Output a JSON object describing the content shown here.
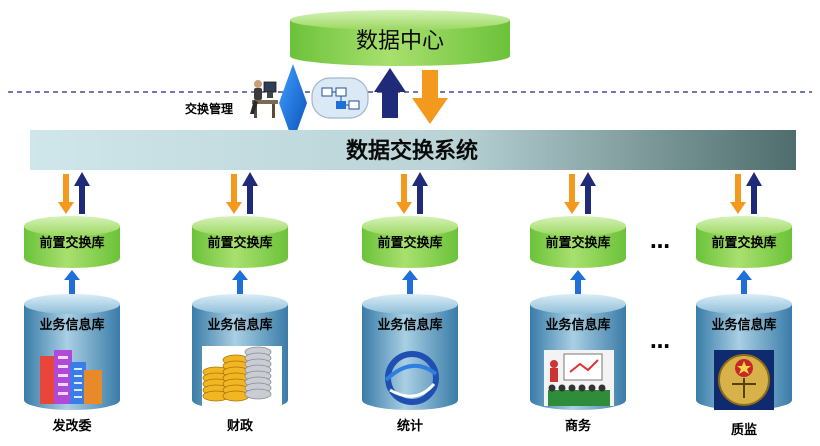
{
  "center": {
    "label": "数据中心"
  },
  "exchange_management": {
    "label": "交换管理"
  },
  "bus": {
    "label": "数据交换系统"
  },
  "front_db_label": "前置交换库",
  "business_db_label": "业务信息库",
  "ellipsis": "…",
  "departments": [
    {
      "name": "发改委",
      "icon": "city-buildings-icon"
    },
    {
      "name": "财政",
      "icon": "gold-coins-icon"
    },
    {
      "name": "统计",
      "icon": "statistics-logo-icon"
    },
    {
      "name": "商务",
      "icon": "business-meeting-icon"
    },
    {
      "name": "质监",
      "icon": "quality-emblem-icon"
    }
  ],
  "colors": {
    "cylinder_green": "#8fd45a",
    "cylinder_blue": "#4f8fb8",
    "arrow_orange": "#f39a1e",
    "arrow_navy": "#1f2a78",
    "arrow_blue": "#1f6fd8",
    "bus_start": "#cfe6ea",
    "bus_end": "#4f6d6c"
  }
}
